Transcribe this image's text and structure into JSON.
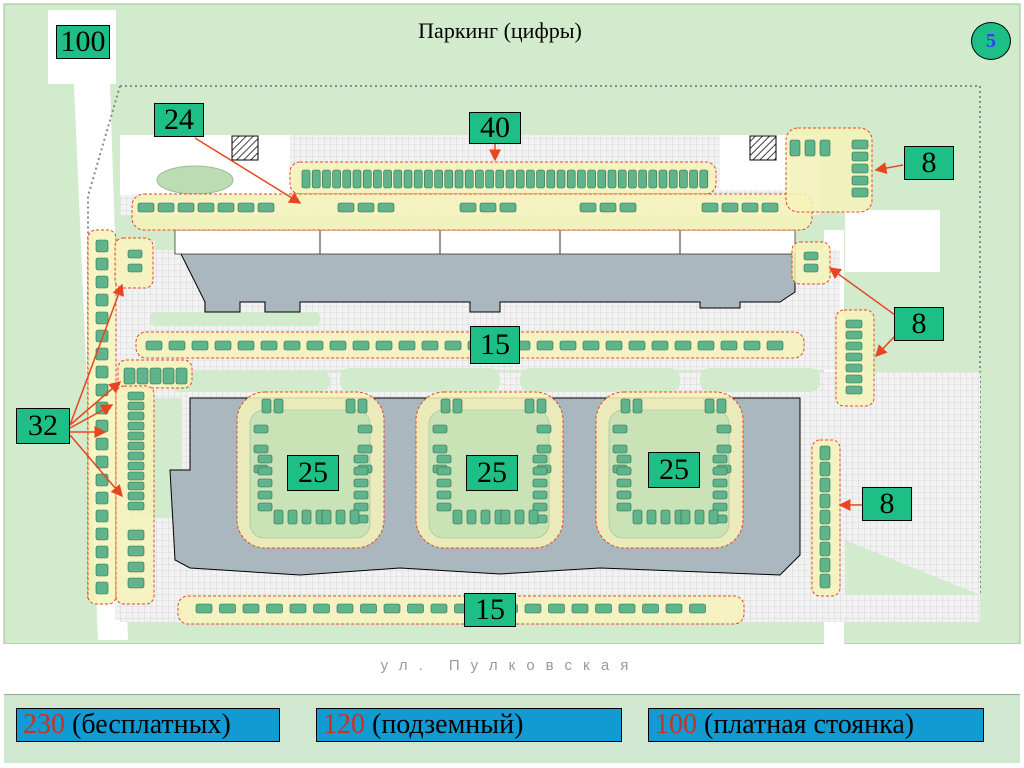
{
  "title": "Паркинг (цифры)",
  "page_number": "5",
  "street_label": "ул. Пулковская",
  "callouts": {
    "top_left": "100",
    "north_left": "24",
    "north_center": "40",
    "ne_top": "8",
    "east_middle": "8",
    "east_lower": "8",
    "middle_row": "15",
    "west": "32",
    "court_1": "25",
    "court_2": "25",
    "court_3": "25",
    "south_row": "15"
  },
  "summary": [
    {
      "count": "230",
      "label": " (бесплатных)"
    },
    {
      "count": "120",
      "label": " (подземный)"
    },
    {
      "count": "100",
      "label": " (платная стоянка)"
    }
  ],
  "colors": {
    "accent_green": "#1dbf86",
    "summary_blue": "#129bd2",
    "count_red": "#c8321e",
    "lawn": "#d2ebcc",
    "building": "#aab7bf",
    "parking_zone": "#f6f3b8",
    "arrow": "#e8461e"
  }
}
